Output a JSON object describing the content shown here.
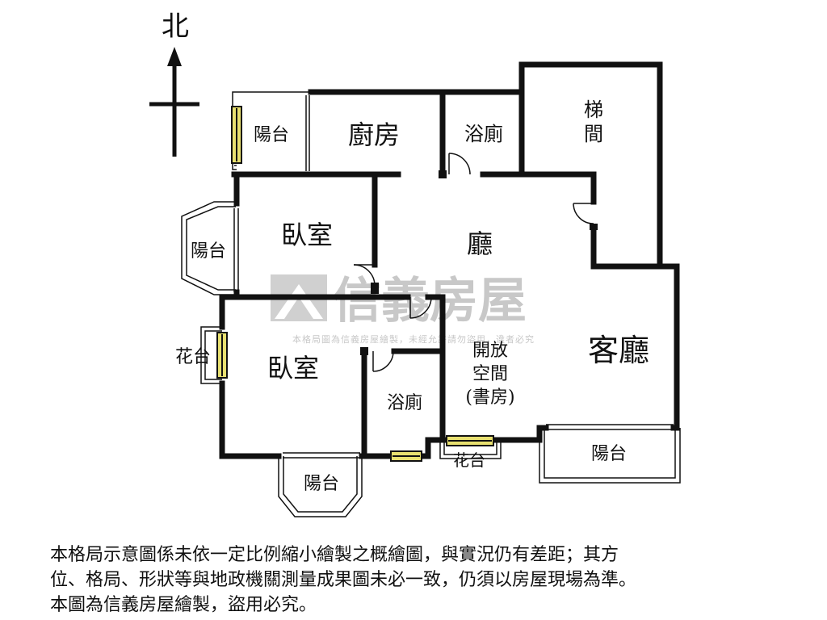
{
  "compass": {
    "north_label": "北"
  },
  "rooms": {
    "balcony_top_left": "陽台",
    "kitchen": "廚房",
    "bath_top": "浴廁",
    "stairwell_line1": "梯",
    "stairwell_line2": "間",
    "bedroom_top": "臥室",
    "balcony_left": "陽台",
    "hall": "廳",
    "living_room": "客廳",
    "flower_bed_left": "花台",
    "bedroom_bottom": "臥室",
    "bath_bottom": "浴廁",
    "open_space_line1": "開放",
    "open_space_line2": "空間",
    "open_space_line3": "(書房)",
    "balcony_bottom_left": "陽台",
    "flower_bed_bottom": "花台",
    "balcony_bottom_right": "陽台"
  },
  "watermark": {
    "brand": "信義房屋",
    "notice": "本格局圖為信義房屋繪製，未經允許請勿盜用，違者必究"
  },
  "disclaimer": {
    "line1": "本格局示意圖係未依一定比例縮小繪製之概繪圖，與實況仍有差距；其方",
    "line2": "位、格局、形狀等與地政機關測量成果圖未必一致，仍須以房屋現場為準。",
    "line3": "本圖為信義房屋繪製，盜用必究。"
  },
  "colors": {
    "wall": "#111111",
    "window": "#e8e070",
    "watermark": "#c8c8c8"
  }
}
